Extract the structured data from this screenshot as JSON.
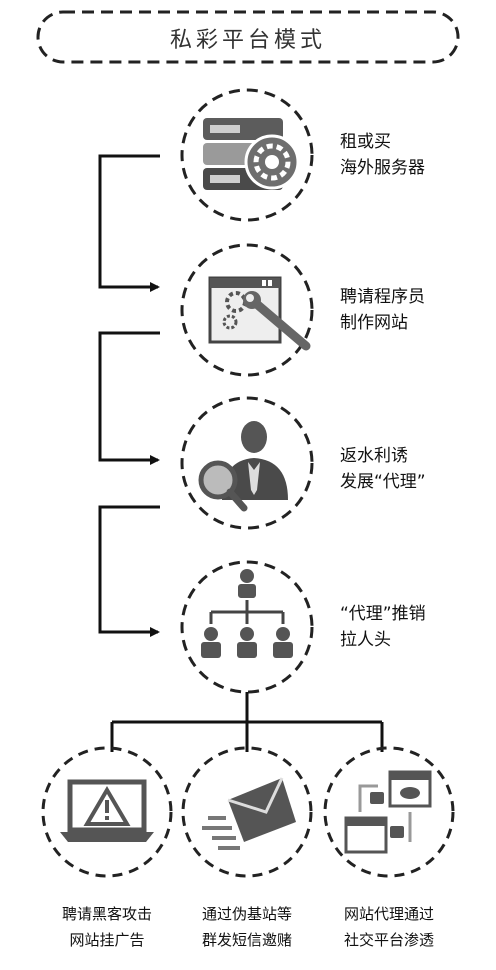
{
  "title": "私彩平台模式",
  "steps": [
    {
      "line1": "租或买",
      "line2": "海外服务器",
      "icon": "server-gear-icon"
    },
    {
      "line1": "聘请程序员",
      "line2": "制作网站",
      "icon": "browser-wrench-icon"
    },
    {
      "line1": "返水利诱",
      "line2": "发展“代理”",
      "icon": "person-magnifier-icon"
    },
    {
      "line1": "“代理”推销",
      "line2": "拉人头",
      "icon": "org-hierarchy-icon"
    }
  ],
  "branches": [
    {
      "line1": "聘请黑客攻击",
      "line2": "网站挂广告",
      "icon": "laptop-warning-icon"
    },
    {
      "line1": "通过伪基站等",
      "line2": "群发短信邀赌",
      "icon": "envelope-fast-icon"
    },
    {
      "line1": "网站代理通过",
      "line2": "社交平台渗透",
      "icon": "social-windows-icon"
    }
  ]
}
